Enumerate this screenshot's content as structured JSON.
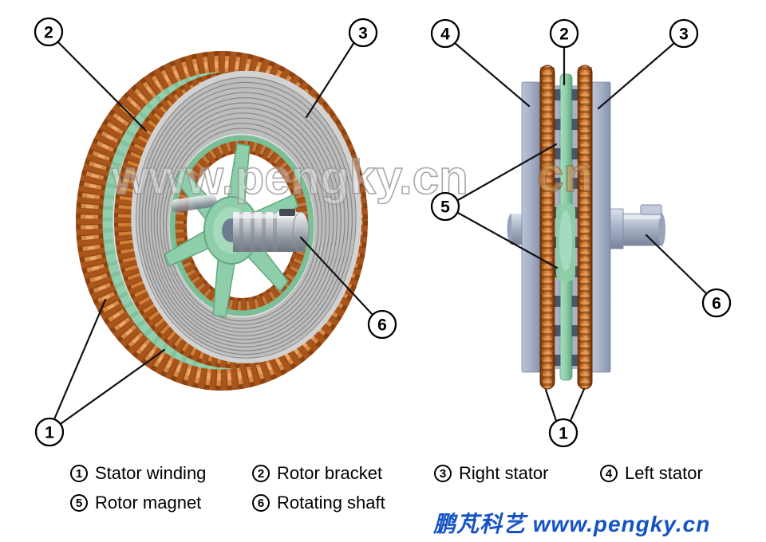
{
  "figure": {
    "watermark": {
      "main": "www.pengky.cn",
      "fragment": "cn"
    },
    "footer_brand": "鹏芃科艺 www.pengky.cn",
    "colors": {
      "winding_orange": "#c96f28",
      "winding_orange_dark": "#6b3208",
      "rotor_green": "#8fceaa",
      "stator_gray": "#bdbdbd",
      "disc_blue_gray": "#a7b2c8",
      "magnet_slate": "#4a5568",
      "shaft_silver": "#c2c7cd",
      "accent_blue": "#1553c5",
      "leader_black": "#111111"
    }
  },
  "callouts": {
    "left_view": {
      "c1": "1",
      "c2": "2",
      "c3": "3",
      "c6": "6"
    },
    "right_view": {
      "c1": "1",
      "c2": "2",
      "c3": "3",
      "c4": "4",
      "c5": "5",
      "c6": "6"
    }
  },
  "legend": {
    "items": [
      {
        "num": "1",
        "label": "Stator winding"
      },
      {
        "num": "2",
        "label": "Rotor bracket"
      },
      {
        "num": "3",
        "label": "Right stator"
      },
      {
        "num": "4",
        "label": "Left stator"
      },
      {
        "num": "5",
        "label": "Rotor magnet"
      },
      {
        "num": "6",
        "label": "Rotating shaft"
      }
    ]
  }
}
